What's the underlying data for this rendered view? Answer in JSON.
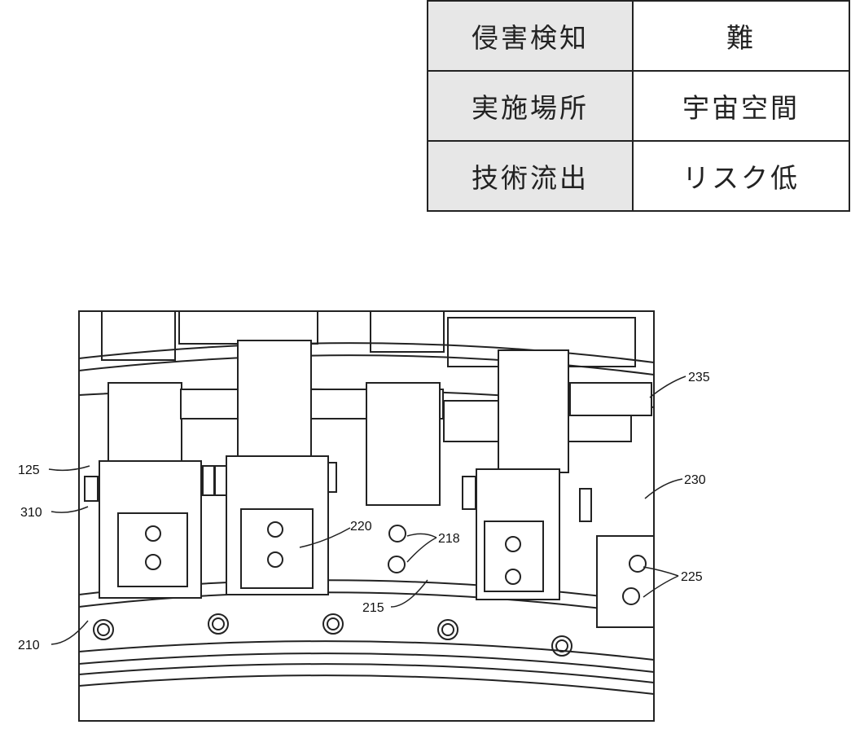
{
  "table": {
    "rows": [
      {
        "label": "侵害検知",
        "value": "難"
      },
      {
        "label": "実施場所",
        "value": "宇宙空間"
      },
      {
        "label": "技術流出",
        "value": "リスク低"
      }
    ]
  },
  "figure": {
    "reference_labels": [
      "125",
      "310",
      "210",
      "220",
      "218",
      "215",
      "235",
      "230",
      "225"
    ]
  }
}
